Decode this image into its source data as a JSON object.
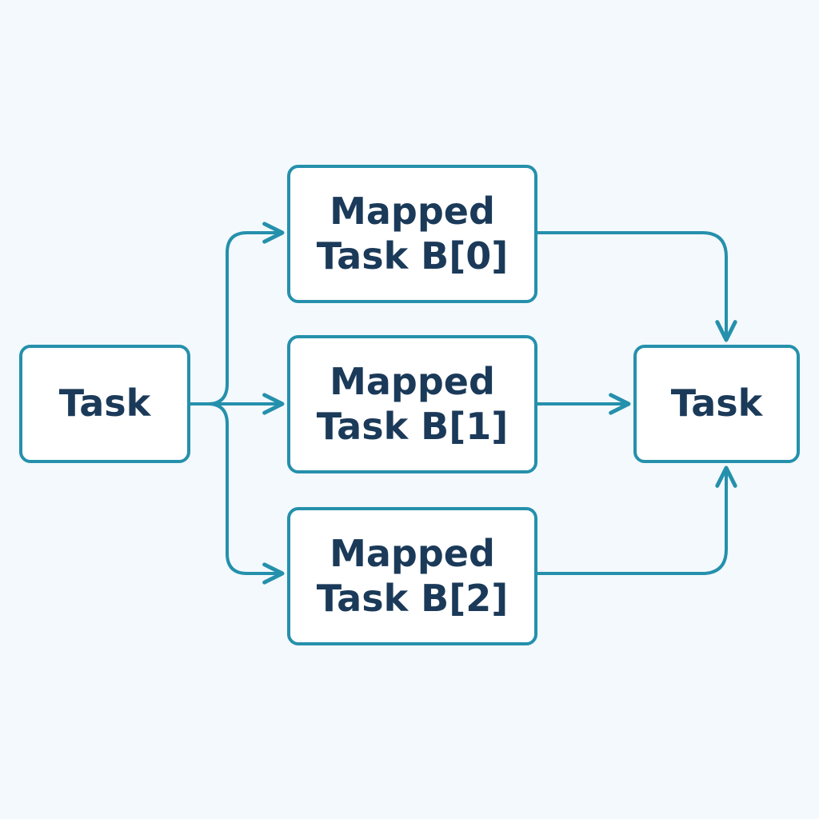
{
  "colors": {
    "background": "#f3f9fc",
    "edge": "#2590ac",
    "node_border": "#2590ac",
    "node_fill": "#ffffff",
    "text": "#1b3a59"
  },
  "nodes": {
    "source": {
      "label": "Task"
    },
    "mapped": [
      {
        "line1": "Mapped",
        "line2": "Task B[0]"
      },
      {
        "line1": "Mapped",
        "line2": "Task B[1]"
      },
      {
        "line1": "Mapped",
        "line2": "Task B[2]"
      }
    ],
    "sink": {
      "label": "Task"
    }
  },
  "edges": [
    {
      "from": "source",
      "to": "mapped.0"
    },
    {
      "from": "source",
      "to": "mapped.1"
    },
    {
      "from": "source",
      "to": "mapped.2"
    },
    {
      "from": "mapped.0",
      "to": "sink"
    },
    {
      "from": "mapped.1",
      "to": "sink"
    },
    {
      "from": "mapped.2",
      "to": "sink"
    }
  ]
}
